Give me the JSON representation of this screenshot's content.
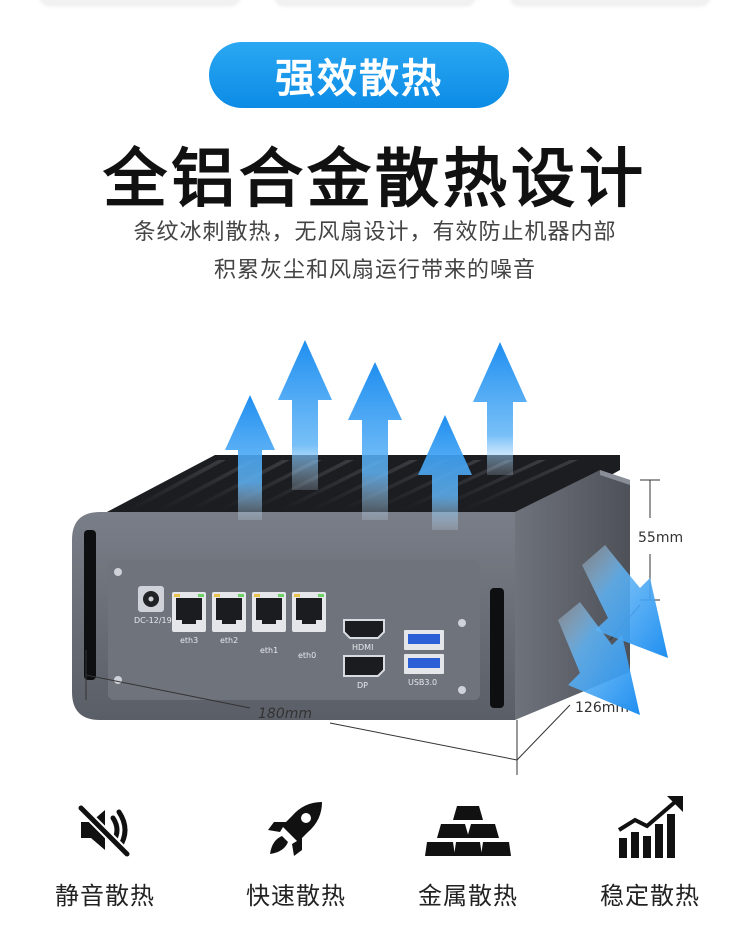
{
  "badge": "强效散热",
  "headline": "全铝合金散热设计",
  "description": {
    "line1": "条纹冰刺散热，无风扇设计，有效防止机器内部",
    "line2": "积累灰尘和风扇运行带来的噪音"
  },
  "product": {
    "ports": {
      "power": "DC-12/19V",
      "lan": [
        "eth3",
        "eth2",
        "eth1",
        "eth0"
      ],
      "hdmi": "HDMI",
      "dp": "DP",
      "usb": "USB3.0"
    },
    "dimensions": {
      "width": "180mm",
      "height": "55mm",
      "depth": "126mm"
    }
  },
  "features": [
    {
      "icon": "mute-speaker-icon",
      "label": "静音散热"
    },
    {
      "icon": "rocket-icon",
      "label": "快速散热"
    },
    {
      "icon": "gold-bars-icon",
      "label": "金属散热"
    },
    {
      "icon": "growth-chart-icon",
      "label": "稳定散热"
    }
  ],
  "colors": {
    "accent": "#0c8be6",
    "arrow": "#1e8ef0",
    "chassis": "#6b6f78"
  }
}
